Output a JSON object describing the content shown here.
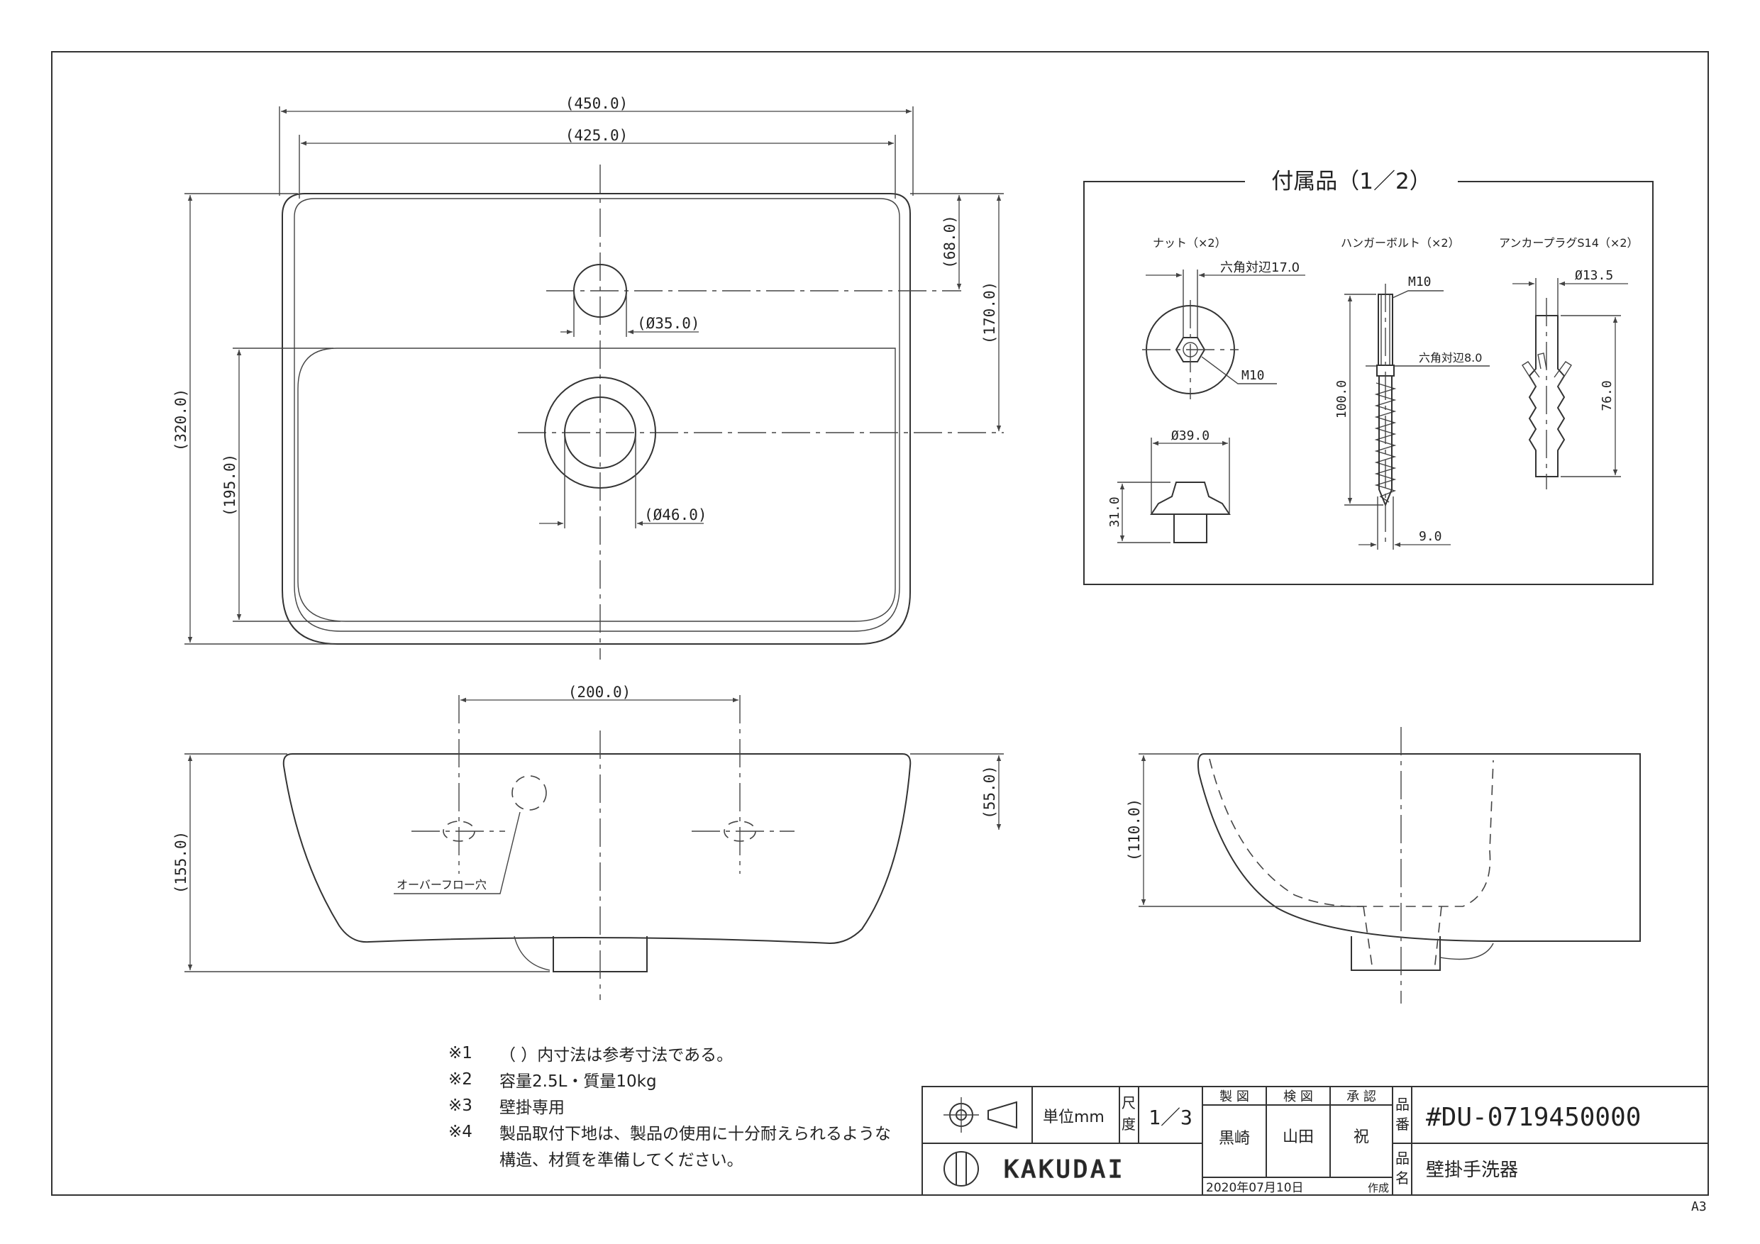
{
  "sheet_size": "A3",
  "dimensions": {
    "top_width_outer": "(450.0)",
    "top_width_inner": "(425.0)",
    "depth_total": "(320.0)",
    "tap_hole_from_back": "(68.0)",
    "drain_from_back": "(170.0)",
    "bowl_depth": "(195.0)",
    "tap_hole_dia": "(Ø35.0)",
    "drain_dia": "(Ø46.0)",
    "bracket_spacing": "(200.0)",
    "front_height": "(155.0)",
    "bracket_height": "(55.0)",
    "side_height": "(110.0)"
  },
  "labels": {
    "overflow": "オーバーフロー穴"
  },
  "accessories": {
    "title": "付属品（1／2）",
    "nut": {
      "name": "ナット（×2）",
      "hex": "六角対辺17.0",
      "thread": "M10",
      "dia": "Ø39.0",
      "height": "31.0"
    },
    "bolt": {
      "name": "ハンガーボルト（×2）",
      "thread": "M10",
      "hex": "六角対辺8.0",
      "length": "100.0",
      "dia": "9.0"
    },
    "plug": {
      "name": "アンカープラグS14（×2）",
      "dia": "Ø13.5",
      "length": "76.0"
    }
  },
  "notes": [
    {
      "mark": "※1",
      "text": "（ ）内寸法は参考寸法である。"
    },
    {
      "mark": "※2",
      "text": "容量2.5L・質量10kg"
    },
    {
      "mark": "※3",
      "text": "壁掛専用"
    },
    {
      "mark": "※4",
      "text": "製品取付下地は、製品の使用に十分耐えられるような"
    },
    {
      "mark": "",
      "text": "構造、材質を準備してください。"
    }
  ],
  "title_block": {
    "unit_label": "単位mm",
    "scale_label": [
      "尺",
      "度"
    ],
    "scale": "1／3",
    "drawn_label": "製 図",
    "checked_label": "検 図",
    "approved_label": "承 認",
    "drawn_by": "黒崎",
    "checked_by": "山田",
    "approved_by": "祝",
    "part_no_label": [
      "品",
      "番"
    ],
    "part_no": "#DU-0719450000",
    "product_name_label": [
      "品",
      "名"
    ],
    "product_name": "壁掛手洗器",
    "date": "2020年07月10日",
    "created_label": "作成",
    "company": "KAKUDAI"
  },
  "colors": {
    "line": "#333333",
    "paper": "#ffffff"
  }
}
